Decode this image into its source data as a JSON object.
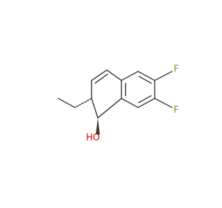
{
  "molecule": {
    "atoms": {
      "oxygen": {
        "label": "HO"
      },
      "fluorine_upper": {
        "label": "F"
      },
      "fluorine_lower": {
        "label": "F"
      }
    },
    "colors": {
      "bond": "#3c3c3c",
      "oxygen": "#e00000",
      "fluorine": "#8a8a1e"
    }
  }
}
